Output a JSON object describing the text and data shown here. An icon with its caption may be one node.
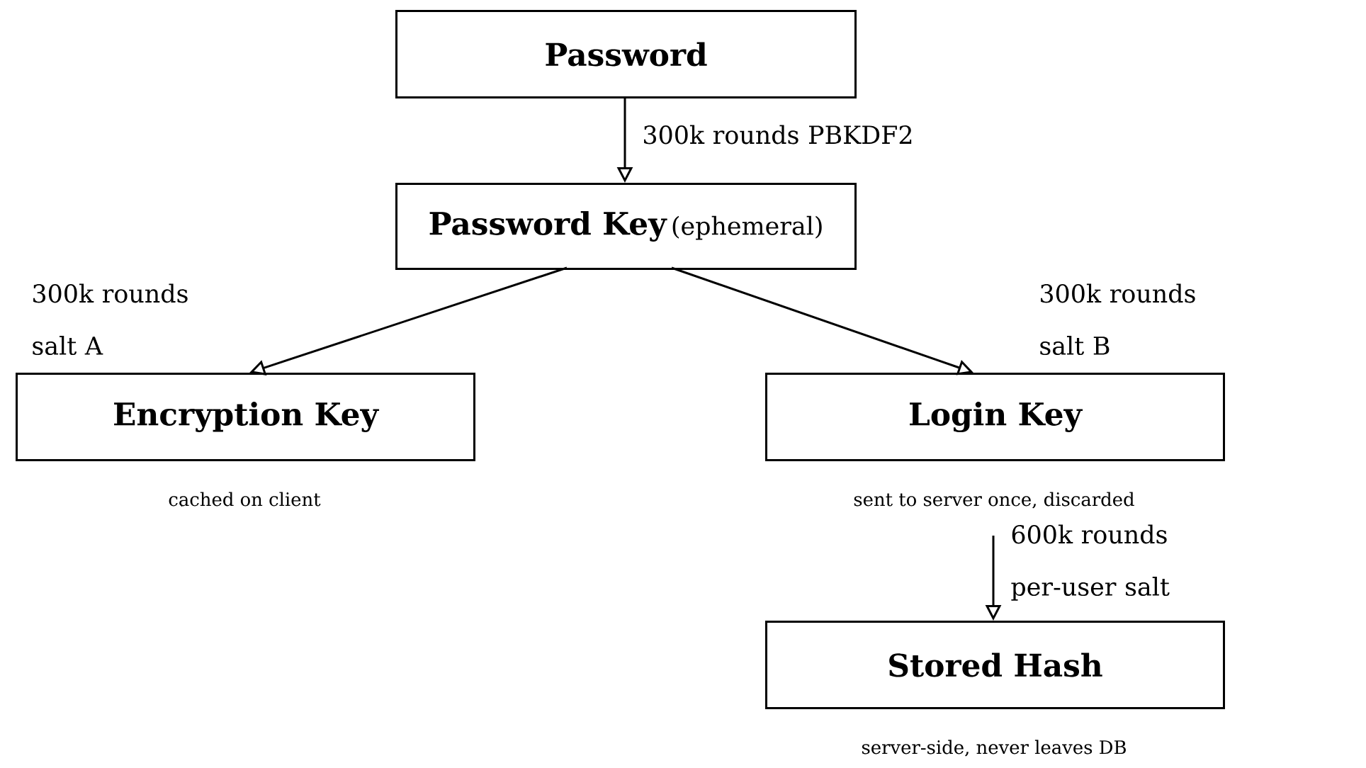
{
  "diagram": {
    "nodes": [
      {
        "text": [
          "Password"
        ]
      },
      {
        "text": [
          "Password Key",
          "(ephemeral)"
        ]
      },
      {
        "text": [
          "Encryption Key"
        ],
        "beside": [
          "cached on client"
        ]
      },
      {
        "text": [
          "Login Key"
        ],
        "beside": [
          "sent to server once, discarded"
        ]
      },
      {
        "text": [
          "Stored Hash"
        ],
        "beside": [
          "server-side, never leaves DB"
        ]
      }
    ],
    "edges": [
      {
        "from": 0,
        "to": 1,
        "arrow": "to",
        "label": "300k rounds PBKDF2"
      },
      {
        "from": 1,
        "to": 2,
        "arrow": "to",
        "label": "300k rounds salt A"
      },
      {
        "from": 1,
        "to": 3,
        "arrow": "to",
        "label": "300k rounds salt B"
      },
      {
        "from": 3,
        "to": 4,
        "arrow": "to",
        "label": "600k rounds per-user salt"
      }
    ]
  }
}
